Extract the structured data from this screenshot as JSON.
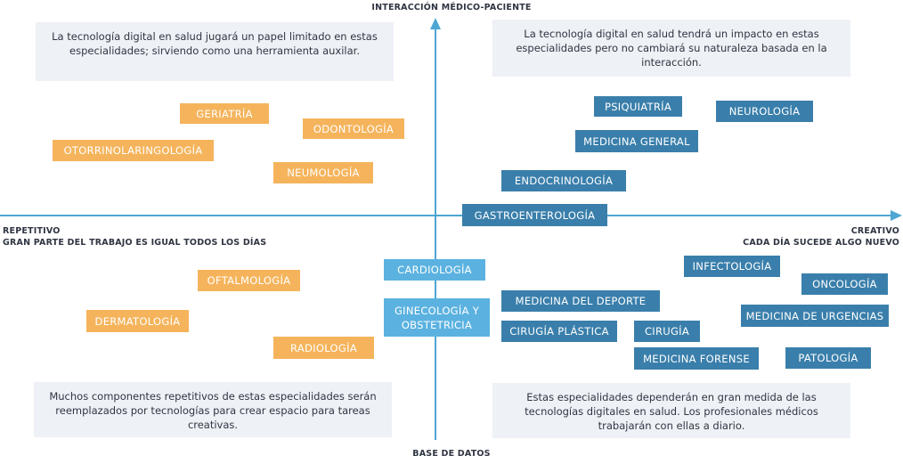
{
  "axes": {
    "top": "INTERACCIÓN MÉDICO-PACIENTE",
    "bottom": "BASE DE DATOS",
    "left_line1": "REPETITIVO",
    "left_line2": "GRAN PARTE DEL TRABAJO ES IGUAL TODOS LOS DÍAS",
    "right_line1": "CREATIVO",
    "right_line2": "CADA DÍA SUCEDE ALGO NUEVO"
  },
  "notes": {
    "top_left": "La tecnología digital en salud jugará un papel limitado en estas especialidades; sirviendo como una herramienta auxilar.",
    "top_right": "La tecnología digital en salud tendrá un impacto en estas especialidades pero no cambiará su naturaleza basada en la interacción.",
    "bottom_left": "Muchos componentes repetitivos de estas especialidades serán reemplazados por tecnologías para crear espacio para tareas creativas.",
    "bottom_right": "Estas especialidades dependerán en gran medida de las tecnologías digitales en salud. Los profesionales médicos trabajarán con ellas a diario."
  },
  "specialties": {
    "geriatria": "GERIATRÍA",
    "odontologia": "ODONTOLOGÍA",
    "otorrino": "OTORRINOLARINGOLOGÍA",
    "neumologia": "NEUMOLOGÍA",
    "psiquiatria": "PSIQUIATRÍA",
    "neurologia": "NEUROLOGÍA",
    "medicina_general": "MEDICINA GENERAL",
    "endocrinologia": "ENDOCRINOLOGÍA",
    "gastro": "GASTROENTEROLOGÍA",
    "oftalmologia": "OFTALMOLOGÍA",
    "dermatologia": "DERMATOLOGÍA",
    "radiologia": "RADIOLOGÍA",
    "cardiologia": "CARDIOLOGÍA",
    "ginecologia": "GINECOLOGÍA Y OBSTETRICIA",
    "infectologia": "INFECTOLOGÍA",
    "oncologia": "ONCOLOGÍA",
    "medicina_deporte": "MEDICINA DEL DEPORTE",
    "medicina_urgencias": "MEDICINA DE URGENCIAS",
    "cirugia_plastica": "CIRUGÍA PLÁSTICA",
    "cirugia": "CIRUGÍA",
    "medicina_forense": "MEDICINA FORENSE",
    "patologia": "PATOLOGÍA"
  },
  "colors": {
    "quadrant_left": "#f5b45c",
    "quadrant_right": "#3a7fab",
    "center": "#5bb2e0",
    "axis": "#4ea6d3",
    "note_background": "#eef1f6"
  }
}
